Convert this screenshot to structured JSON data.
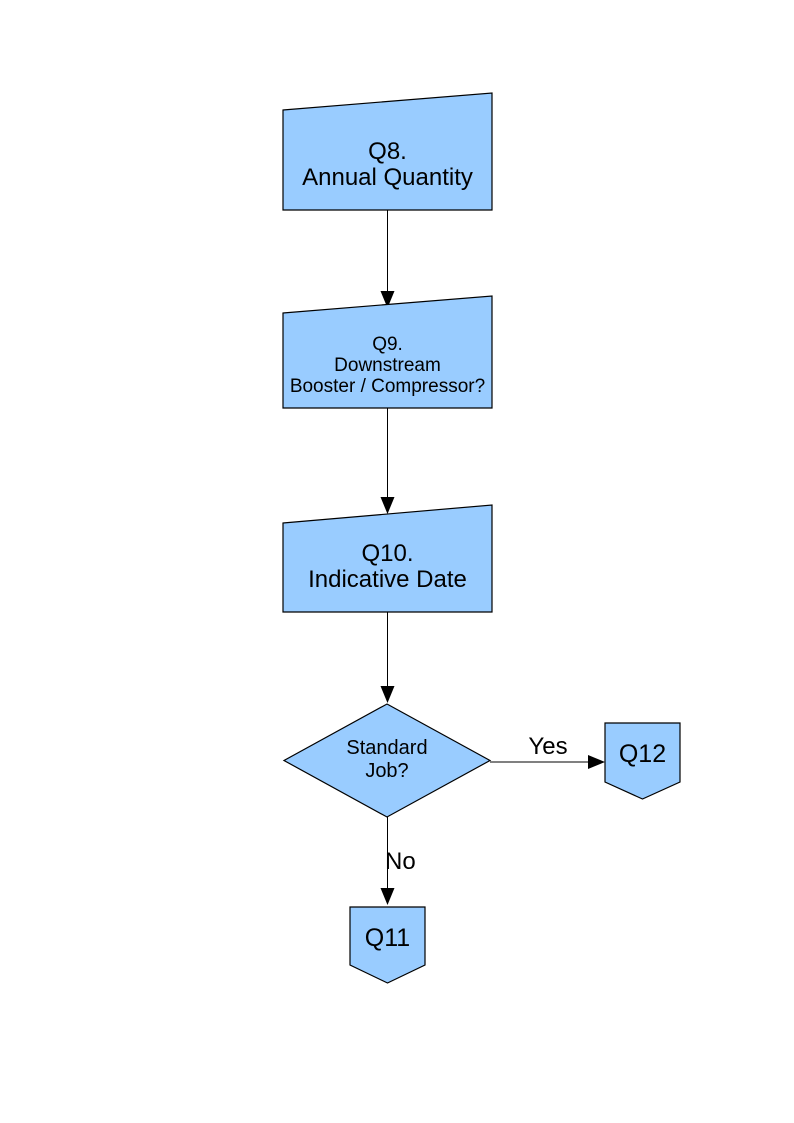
{
  "colors": {
    "shape_fill": "#99CCFF",
    "shape_border": "#000000",
    "page_background": "#FFFFFF",
    "text_color": "#000000"
  },
  "flowchart": {
    "nodes": [
      {
        "id": "q8",
        "type": "manual-input",
        "label": "Q8.\nAnnual Quantity"
      },
      {
        "id": "q9",
        "type": "manual-input",
        "label": "Q9.\nDownstream\nBooster / Compressor?"
      },
      {
        "id": "q10",
        "type": "manual-input",
        "label": "Q10.\nIndicative Date"
      },
      {
        "id": "standard-job",
        "type": "decision",
        "label": "Standard\nJob?"
      },
      {
        "id": "q12",
        "type": "off-page-connector",
        "label": "Q12"
      },
      {
        "id": "q11",
        "type": "off-page-connector",
        "label": "Q11"
      }
    ],
    "edges": [
      {
        "from": "q8",
        "to": "q9",
        "label": ""
      },
      {
        "from": "q9",
        "to": "q10",
        "label": ""
      },
      {
        "from": "q10",
        "to": "standard-job",
        "label": ""
      },
      {
        "from": "standard-job",
        "to": "q12",
        "label": "Yes"
      },
      {
        "from": "standard-job",
        "to": "q11",
        "label": "No"
      }
    ]
  }
}
